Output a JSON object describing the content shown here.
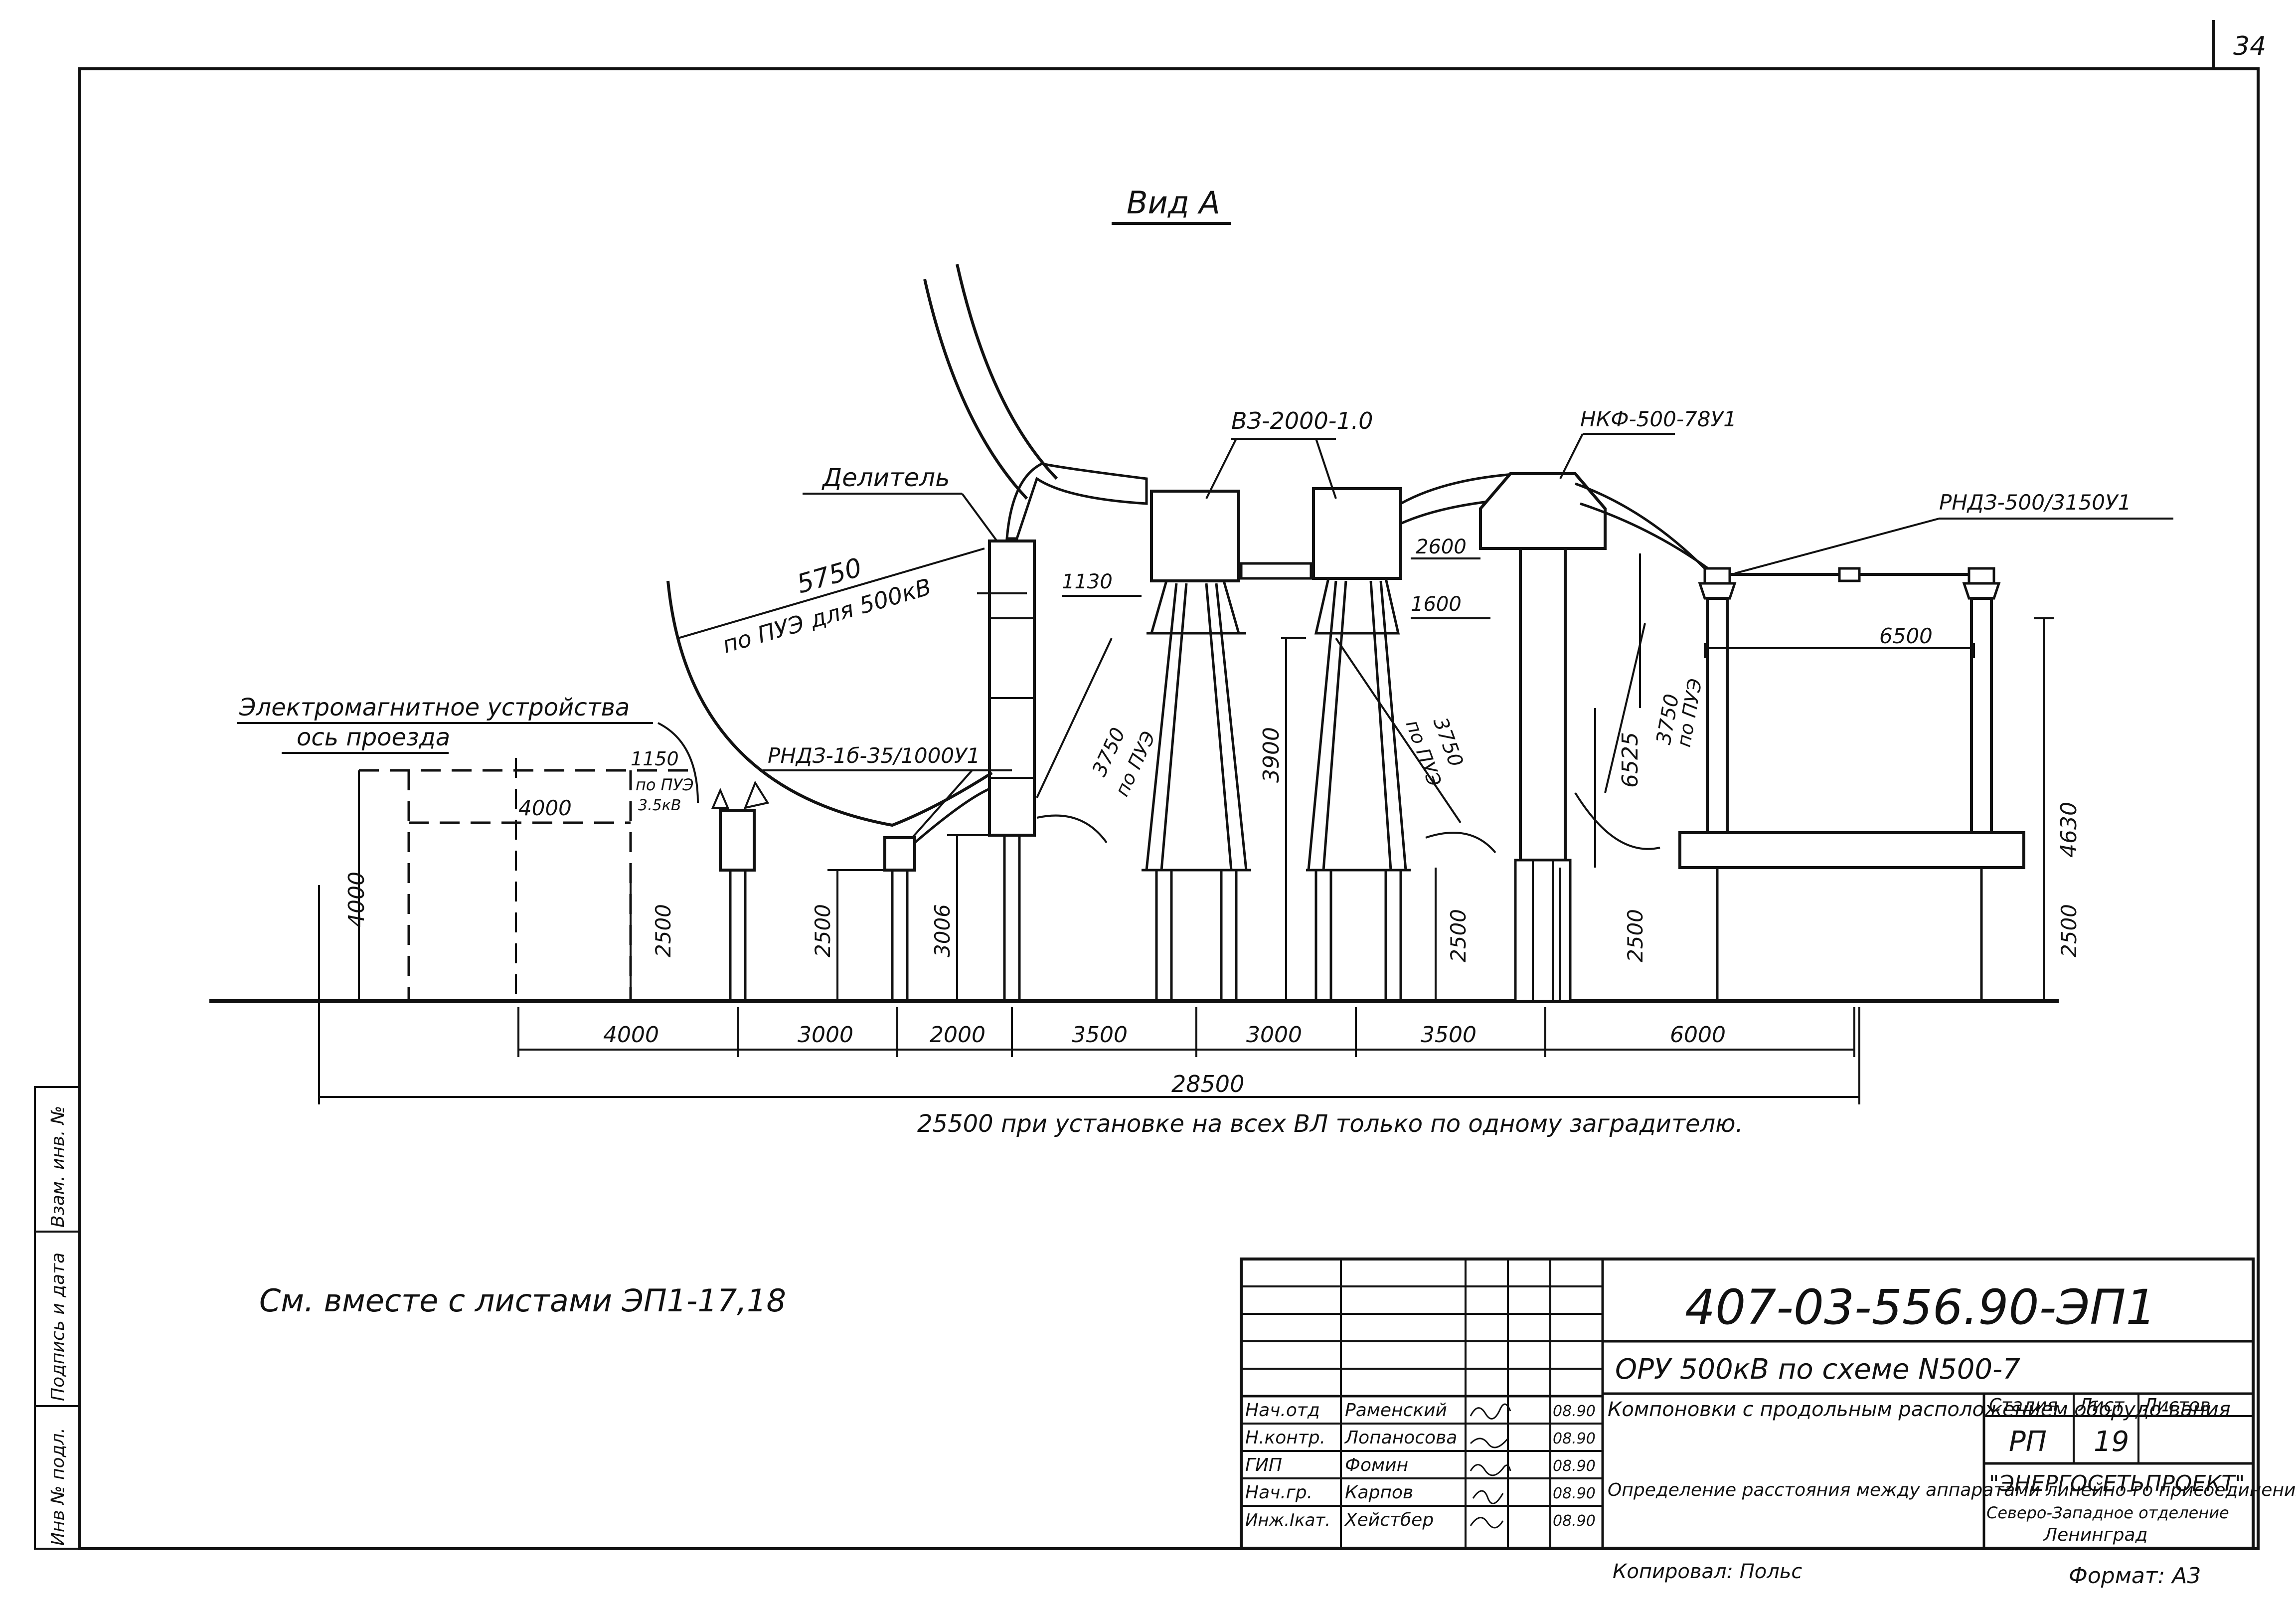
{
  "page": {
    "sheet_number_corner": "34"
  },
  "view_title": "Вид А",
  "equipment_labels": {
    "divider": "Делитель",
    "vz": "ВЗ-2000-1.0",
    "nkf": "НКФ-500-78У1",
    "rnd_500": "РНДЗ-500/3150У1",
    "rnd_16": "РНДЗ-1б-35/1000У1",
    "emd": "Электромагнитное устройства",
    "axis": "ось проезда"
  },
  "annotations": {
    "a5750": "5750",
    "pue_500": "по ПУЭ для 500кВ",
    "a1150": "1150",
    "pue_small_1": "по ПУЭ",
    "pue_small_2": "3.5кВ",
    "pue_short": "по ПУЭ",
    "d1130": "1130",
    "d2600": "2600",
    "d1600": "1600",
    "d6500": "6500",
    "d4630": "4630",
    "d6525": "6525",
    "d3750": "3750",
    "d3900": "3900",
    "d4000_inner": "4000",
    "d4000_v": "4000",
    "d2500": "2500",
    "d3006": "3006"
  },
  "bottom_dims": [
    "4000",
    "3000",
    "2000",
    "3500",
    "3000",
    "3500",
    "6000"
  ],
  "total_dim": "28500",
  "dim_note": "25500 при установке на всех ВЛ только по одному заградителю.",
  "see_also": "См. вместе с листами ЭП1-17,18",
  "side_stamp": {
    "col1": "Инв № подл.",
    "col2": "Подпись и дата",
    "col3": "Взам. инв. №"
  },
  "title_block": {
    "doc_code": "407-03-556.90-ЭП1",
    "project": "ОРУ 500кВ по схеме N500-7",
    "subtitle": "Компоновки с продольным расположением оборудо-вания",
    "sheet_title": "Определение расстояния между аппаратами линейно-го присоединения. Вид А.",
    "stage_header": "Стадия",
    "sheet_header": "Лист",
    "sheets_header": "Листов",
    "stage": "РП",
    "sheet": "19",
    "org_1": "\"ЭНЕРГОСЕТЬПРОЕКТ\"",
    "org_2": "Северо-Западное отделение",
    "org_3": "Ленинград",
    "signatories": [
      {
        "role": "Нач.отд",
        "name": "Раменский",
        "date": "08.90"
      },
      {
        "role": "Н.контр.",
        "name": "Лопаносова",
        "date": "08.90"
      },
      {
        "role": "ГИП",
        "name": "Фомин",
        "date": "08.90"
      },
      {
        "role": "Нач.гр.",
        "name": "Карпов",
        "date": "08.90"
      },
      {
        "role": "Инж.Ікат.",
        "name": "Хейстбер",
        "date": "08.90"
      }
    ]
  },
  "copied_by": "Копировал: Польс",
  "format": "Формат: А3"
}
